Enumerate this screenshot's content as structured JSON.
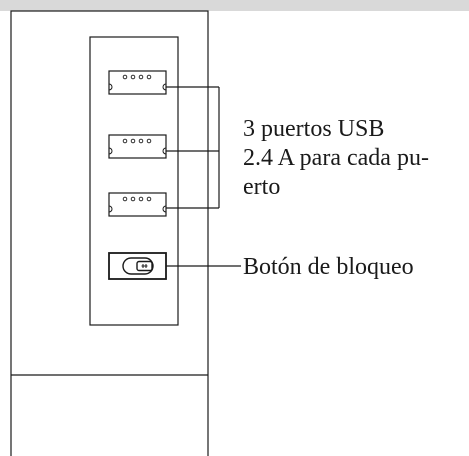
{
  "callouts": {
    "usb": {
      "line1": "3 puertos USB",
      "line2": "2.4 A para cada pu-",
      "line3": "erto"
    },
    "lock": "Botón de bloqueo"
  },
  "ports": [
    {
      "pins": 4
    },
    {
      "pins": 4
    },
    {
      "pins": 4
    }
  ],
  "colors": {
    "ink": "#1a1a1a",
    "top_bar": "#d9d9d9",
    "background": "#ffffff"
  }
}
